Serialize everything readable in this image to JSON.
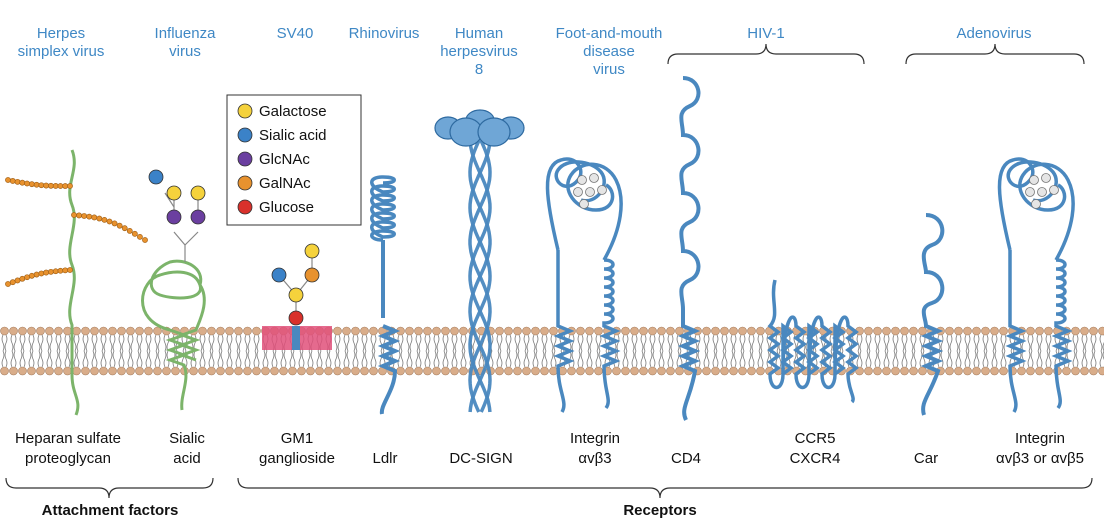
{
  "viruses": {
    "hsv_1": "Herpes",
    "hsv_2": "simplex virus",
    "flu_1": "Influenza",
    "flu_2": "virus",
    "sv40": "SV40",
    "rhino": "Rhinovirus",
    "hhv8_1": "Human",
    "hhv8_2": "herpesvirus",
    "hhv8_3": "8",
    "fmdv_1": "Foot-and-mouth",
    "fmdv_2": "disease",
    "fmdv_3": "virus",
    "hiv": "HIV-1",
    "adeno": "Adenovirus"
  },
  "legend": [
    {
      "label": "Galactose",
      "color": "#f5d23c"
    },
    {
      "label": "Sialic acid",
      "color": "#3b82c8"
    },
    {
      "label": "GlcNAc",
      "color": "#6b3fa0"
    },
    {
      "label": "GalNAc",
      "color": "#e8922e"
    },
    {
      "label": "Glucose",
      "color": "#d9312b"
    }
  ],
  "molecules": {
    "heparan_1": "Heparan sulfate",
    "heparan_2": "proteoglycan",
    "sialic_1": "Sialic",
    "sialic_2": "acid",
    "gm1_1": "GM1",
    "gm1_2": "ganglioside",
    "ldlr": "Ldlr",
    "dcsign": "DC-SIGN",
    "integrin_1": "Integrin",
    "integrin_2": "αvβ3",
    "cd4": "CD4",
    "ccr5": "CCR5",
    "cxcr4": "CXCR4",
    "car": "Car",
    "integrin2_1": "Integrin",
    "integrin2_2": "αvβ3 or αvβ5"
  },
  "groups": {
    "attachment": "Attachment factors",
    "receptors": "Receptors"
  },
  "colors": {
    "virus_text": "#3f88c5",
    "receptor_blue": "#4a88bf",
    "factor_green": "#7cb46a",
    "lipid_head": "#d9ad8a",
    "ganglioside_red": "#e0507a"
  }
}
